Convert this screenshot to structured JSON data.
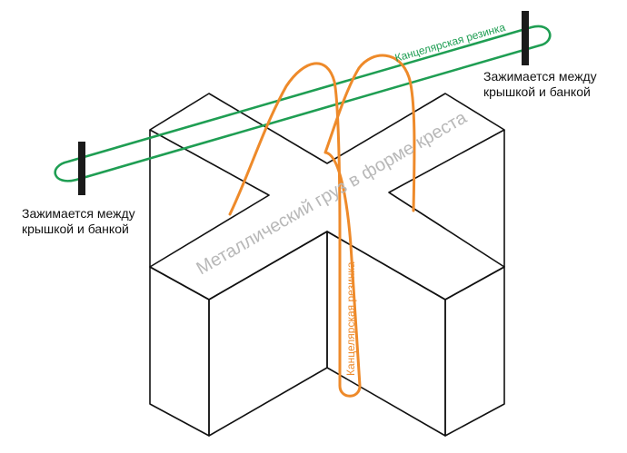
{
  "labels": {
    "clamp_right_line1": "Зажимается между",
    "clamp_right_line2": "крышкой и банкой",
    "clamp_left_line1": "Зажимается между",
    "clamp_left_line2": "крышкой и банкой",
    "band_green": "Канцелярская резинка",
    "band_orange": "Канцелярская резинка",
    "weight": "Металлический груз в форме креста"
  },
  "colors": {
    "outline": "#111111",
    "green_band": "#1f9e53",
    "orange_band": "#ee8a2a",
    "weight_text": "#b8b8b8",
    "clamp_bar": "#1a1a1a"
  }
}
